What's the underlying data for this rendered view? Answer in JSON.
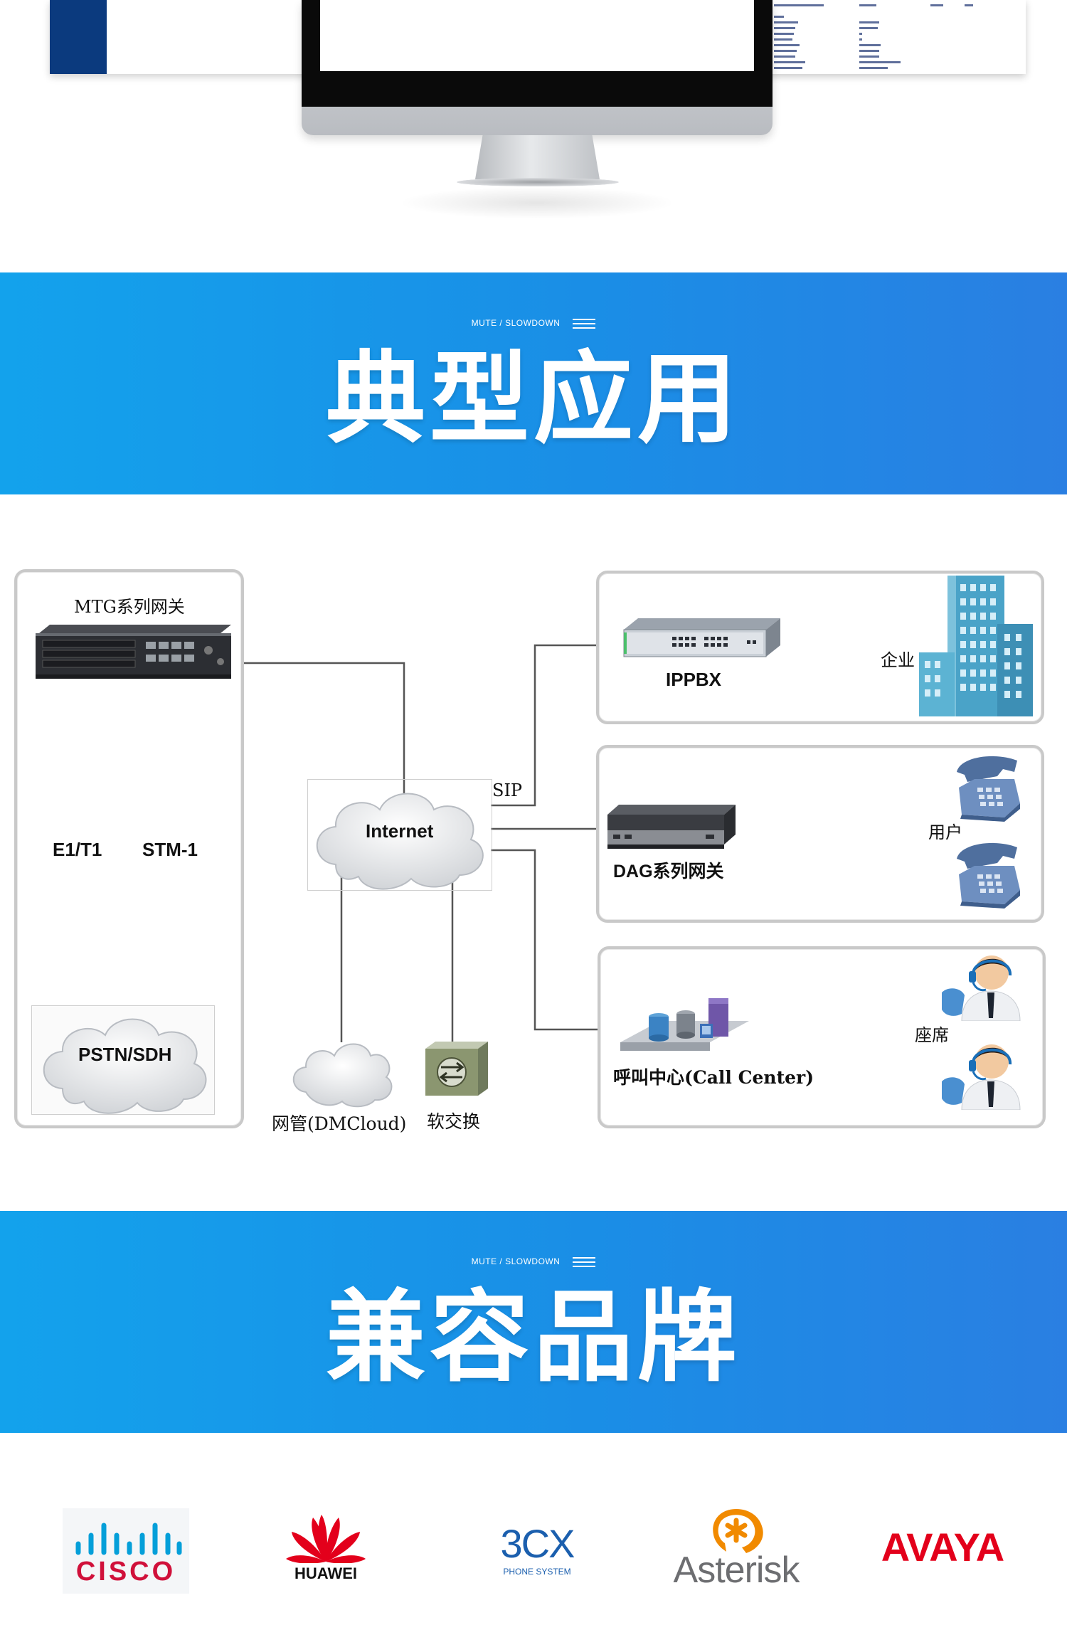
{
  "banners": [
    {
      "subtitle": "MUTE  /  SLOWDOWN",
      "title": "典型应用"
    },
    {
      "subtitle": "MUTE  /  SLOWDOWN",
      "title": "兼容品牌"
    }
  ],
  "diagram": {
    "gateway_box_title": "MTG系列网关",
    "link_e1t1": "E1/T1",
    "link_stm1": "STM-1",
    "pstn_cloud": "PSTN/SDH",
    "internet_cloud": "Internet",
    "sip_label": "SIP",
    "dmcloud_label": "网管(DMCloud)",
    "softswitch_label": "软交换",
    "ippbx_label": "IPPBX",
    "enterprise_label": "企业",
    "dag_label": "DAG系列网关",
    "user_label": "用户",
    "callcenter_label": "呼叫中心(Call Center)",
    "seat_label": "座席"
  },
  "brands": {
    "cisco": "CISCO",
    "huawei": "HUAWEI",
    "threecx_main": "3CX",
    "threecx_sub": "PHONE SYSTEM",
    "asterisk": "Asterisk",
    "avaya": "AVAYA"
  },
  "colors": {
    "banner_blue": "#1a8ee6",
    "cisco_blue": "#049fd9",
    "cisco_text": "#d0103a",
    "huawei_red": "#e3001b",
    "threecx_blue": "#1b5fae",
    "asterisk_orange": "#f18a00",
    "avaya_red": "#e3001b"
  }
}
